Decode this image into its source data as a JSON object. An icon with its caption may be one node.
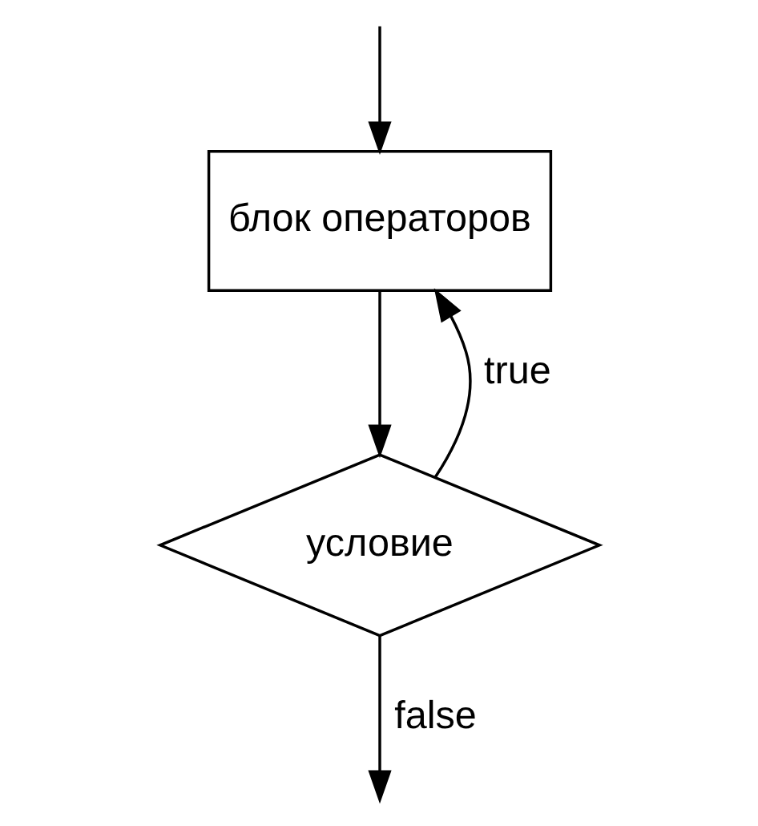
{
  "diagram": {
    "nodes": [
      {
        "text": [
          "блок операторов"
        ]
      },
      {
        "text": [
          "условие"
        ]
      }
    ],
    "edges": [
      {
        "from": null,
        "to": 0,
        "arrow": "to"
      },
      {
        "from": 0,
        "to": 1,
        "arrow": "to"
      },
      {
        "from": 1,
        "to": 0,
        "label": "true",
        "arrow": "to"
      },
      {
        "from": 1,
        "to": null,
        "label": "false",
        "arrow": "to"
      }
    ]
  }
}
